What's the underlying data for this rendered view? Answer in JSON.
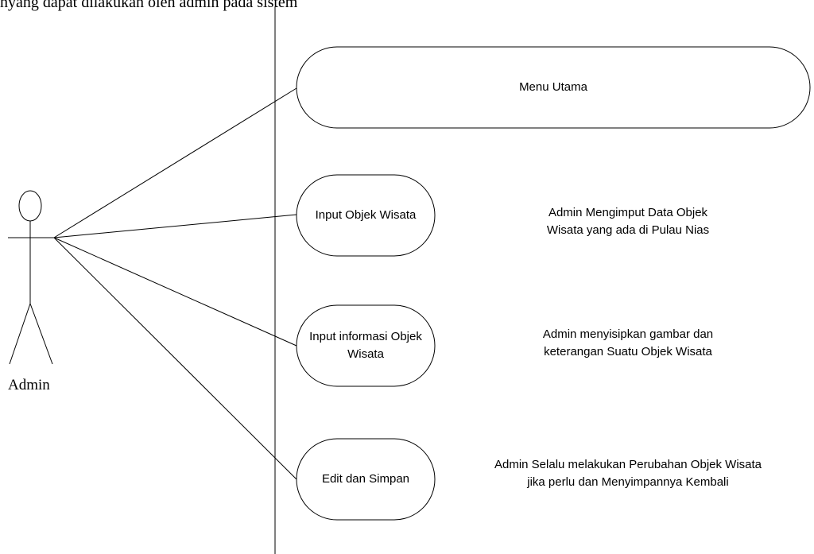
{
  "header": {
    "partial_text": "nyang dapat dilakukan oleh admin pada sistem"
  },
  "actor": {
    "name": "Admin"
  },
  "use_cases": [
    {
      "id": "menu-utama",
      "label": "Menu Utama"
    },
    {
      "id": "input-objek-wisata",
      "label": "Input Objek Wisata"
    },
    {
      "id": "input-informasi-objek-wisata",
      "label_line1": "Input informasi Objek",
      "label_line2": "Wisata"
    },
    {
      "id": "edit-dan-simpan",
      "label": "Edit dan Simpan"
    }
  ],
  "notes": [
    {
      "line1": "Admin Mengimput Data Objek",
      "line2": "Wisata yang ada di Pulau Nias"
    },
    {
      "line1": "Admin menyisipkan gambar dan",
      "line2": "keterangan Suatu Objek Wisata"
    },
    {
      "line1": "Admin Selalu melakukan Perubahan Objek Wisata",
      "line2": "jika perlu dan Menyimpannya Kembali"
    }
  ]
}
